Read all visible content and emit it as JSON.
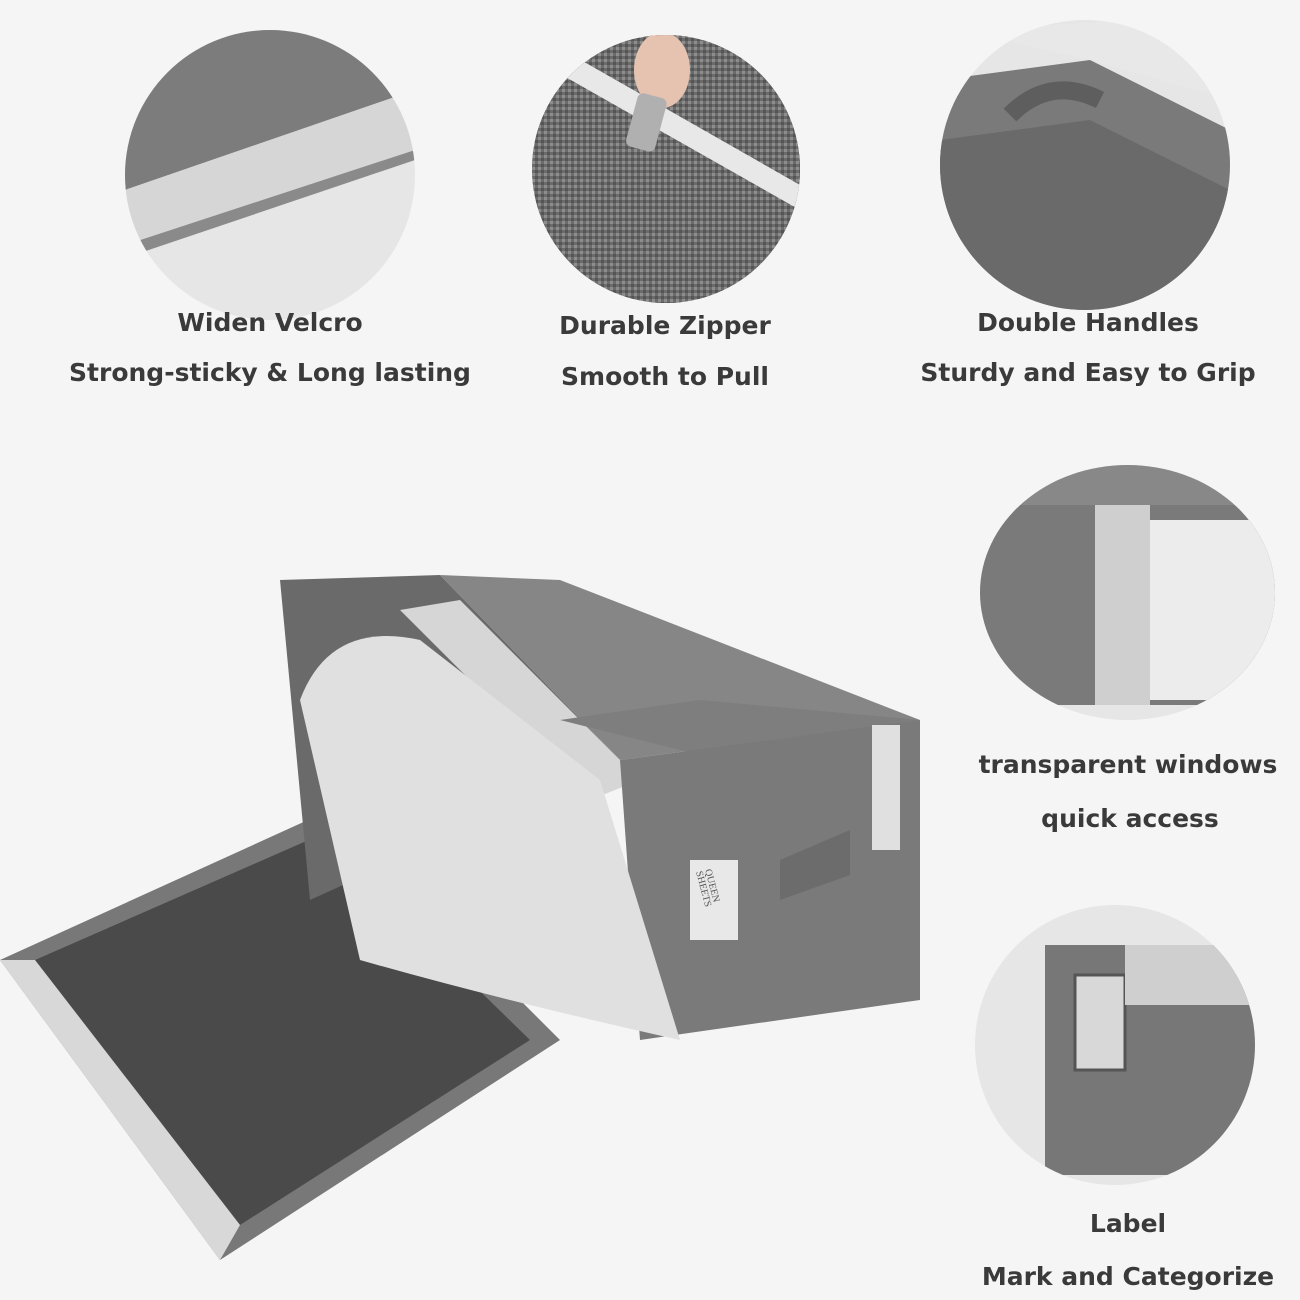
{
  "features": [
    {
      "title": "Widen Velcro",
      "subtitle": "Strong-sticky & Long lasting"
    },
    {
      "title": "Durable Zipper",
      "subtitle": "Smooth to Pull"
    },
    {
      "title": "Double Handles",
      "subtitle": "Sturdy and Easy to Grip"
    },
    {
      "title": "transparent windows",
      "subtitle": "quick access"
    },
    {
      "title": "Label",
      "subtitle": "Mark and Categorize"
    }
  ],
  "product_label": "QUEEN SHEETS",
  "colors": {
    "background": "#f5f5f5",
    "fabric": "#7d7d7d",
    "fabric_dark": "#5a5a5a",
    "interior": "#4a4a4a",
    "velcro": "#d8d8d8",
    "text": "#3a3a3a"
  }
}
